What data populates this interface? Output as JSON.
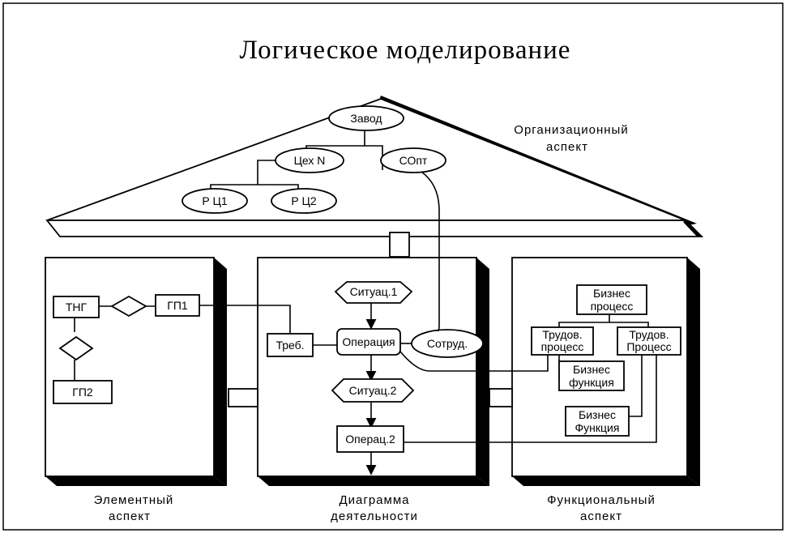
{
  "title": "Логическое моделирование",
  "roof": {
    "caption_line1": "Организационный",
    "caption_line2": "аспект",
    "nodes": {
      "zavod": "Завод",
      "tsekh": "Цех N",
      "sopt": "СОпт",
      "rts1": "Р Ц1",
      "rts2": "Р Ц2"
    }
  },
  "left": {
    "caption_line1": "Элементный",
    "caption_line2": "аспект",
    "nodes": {
      "tng": "ТНГ",
      "gp1": "ГП1",
      "gp2": "ГП2"
    }
  },
  "center": {
    "caption_line1": "Диаграмма",
    "caption_line2": "деятельности",
    "nodes": {
      "sit1": "Ситуац.1",
      "oper1": "Операция",
      "treb": "Треб.",
      "sotr": "Сотруд.",
      "sit2": "Ситуац.2",
      "oper2": "Операц.2"
    }
  },
  "right": {
    "caption_line1": "Функциональный",
    "caption_line2": "аспект",
    "nodes": {
      "bp_l1": "Бизнес",
      "bp_l2": "процесс",
      "tp1_l1": "Трудов.",
      "tp1_l2": "процесс",
      "tp2_l1": "Трудов.",
      "tp2_l2": "Процесс",
      "bf1_l1": "Бизнес",
      "bf1_l2": "функция",
      "bf2_l1": "Бизнес",
      "bf2_l2": "Функция"
    }
  }
}
